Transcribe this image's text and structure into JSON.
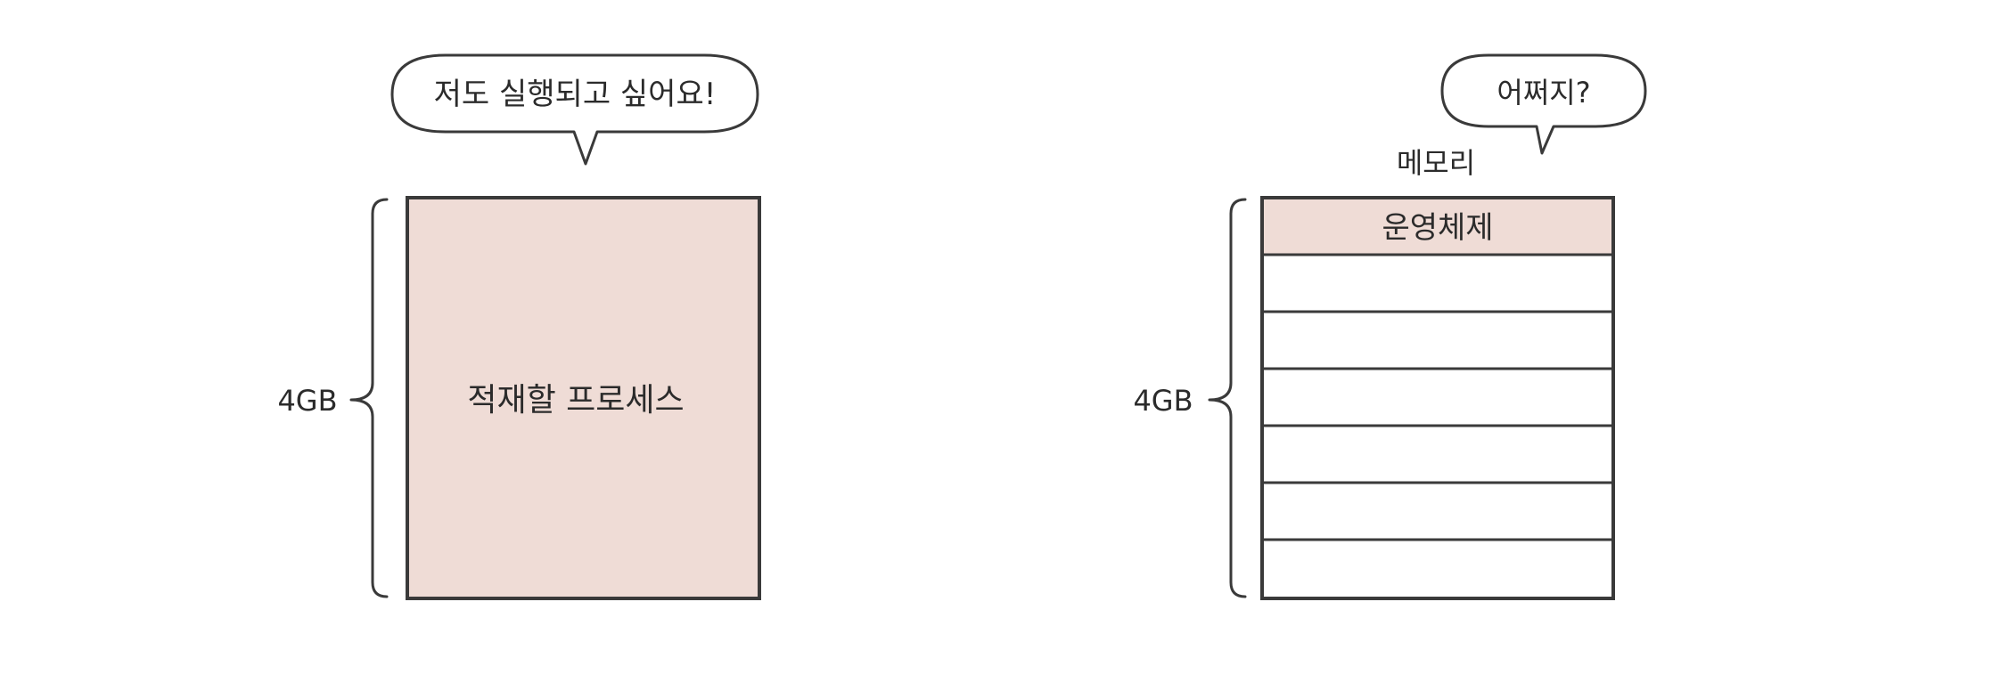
{
  "left": {
    "bubble_text": "저도 실행되고 싶어요!",
    "size_label": "4GB",
    "process_label": "적재할 프로세스"
  },
  "right": {
    "bubble_text": "어쩌지?",
    "memory_title": "메모리",
    "size_label": "4GB",
    "os_label": "운영체제",
    "empty_slots": 6
  },
  "colors": {
    "process_fill": "#efdcd6",
    "os_fill": "#efdcd6",
    "stroke": "#3a3a3a"
  }
}
